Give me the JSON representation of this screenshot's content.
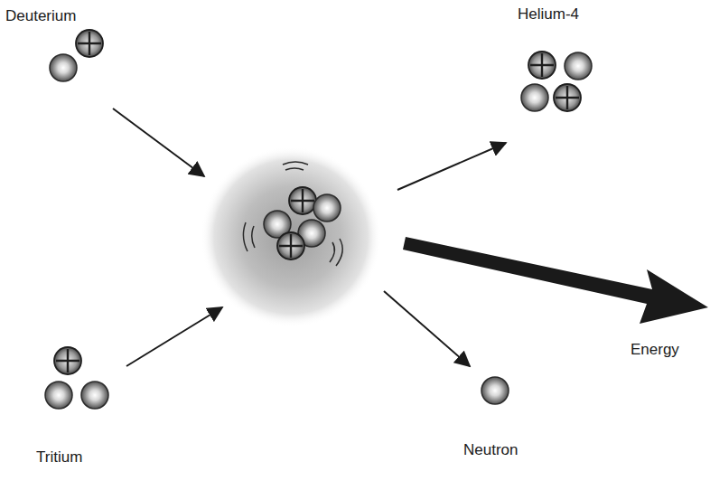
{
  "diagram": {
    "labels": [
      "Deuterium",
      "Helium-4",
      "Tritium",
      "Neutron",
      "Energy"
    ]
  }
}
